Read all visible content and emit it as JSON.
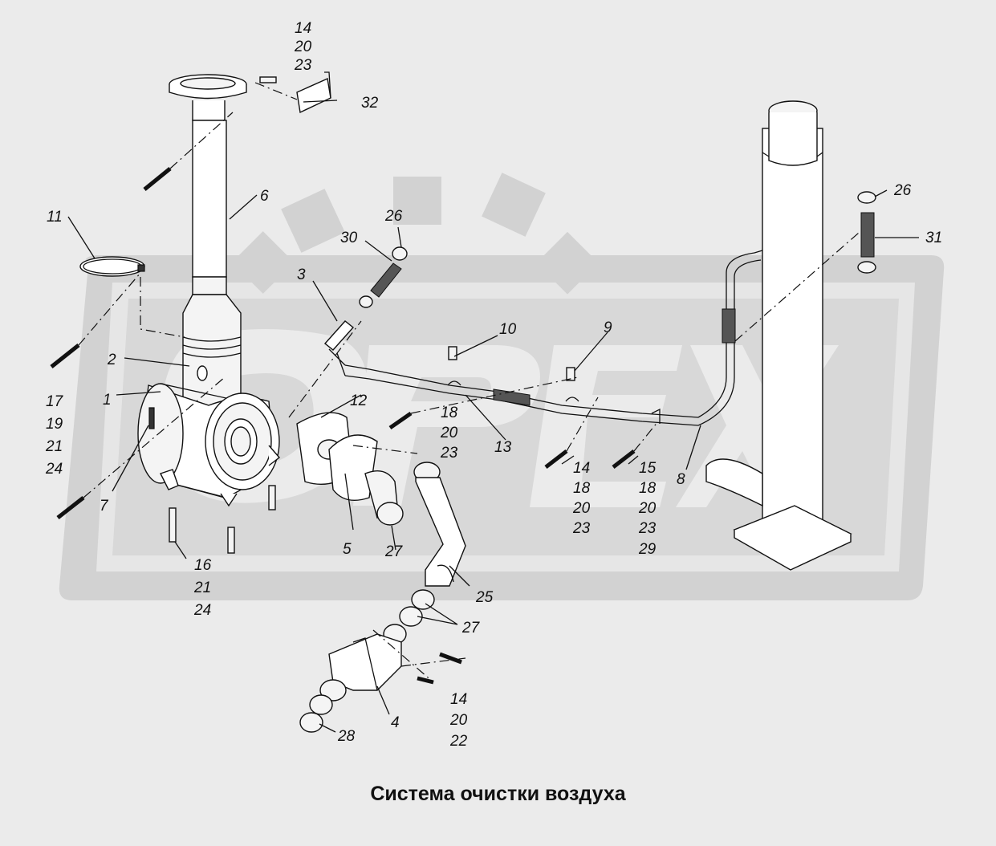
{
  "caption": "Система очистки воздуха",
  "colors": {
    "background": "#ebebeb",
    "watermark": "#d2d2d2",
    "line": "#111111"
  },
  "watermark": {
    "icon": "gear-logo-watermark",
    "text": "OPEX"
  },
  "callouts": {
    "c1": "1",
    "c2": "2",
    "c3": "3",
    "c4": "4",
    "c5": "5",
    "c6": "6",
    "c7": "7",
    "c8": "8",
    "c9": "9",
    "c10": "10",
    "c11": "11",
    "c12": "12",
    "c13": "13",
    "c26a": "26",
    "c26b": "26",
    "c27a": "27",
    "c27b": "27",
    "c28": "28",
    "c30": "30",
    "c31": "31",
    "c32": "32",
    "c25": "25"
  },
  "fastener_groups": {
    "g_top": [
      "14",
      "20",
      "23"
    ],
    "g_left": [
      "17",
      "19",
      "21",
      "24"
    ],
    "g_bottom_left": [
      "16",
      "21",
      "24"
    ],
    "g_center": [
      "18",
      "20",
      "23"
    ],
    "g_right1": [
      "14",
      "18",
      "20",
      "23"
    ],
    "g_right2": [
      "15",
      "18",
      "20",
      "23",
      "29"
    ],
    "g_bottom": [
      "14",
      "20",
      "22"
    ]
  }
}
